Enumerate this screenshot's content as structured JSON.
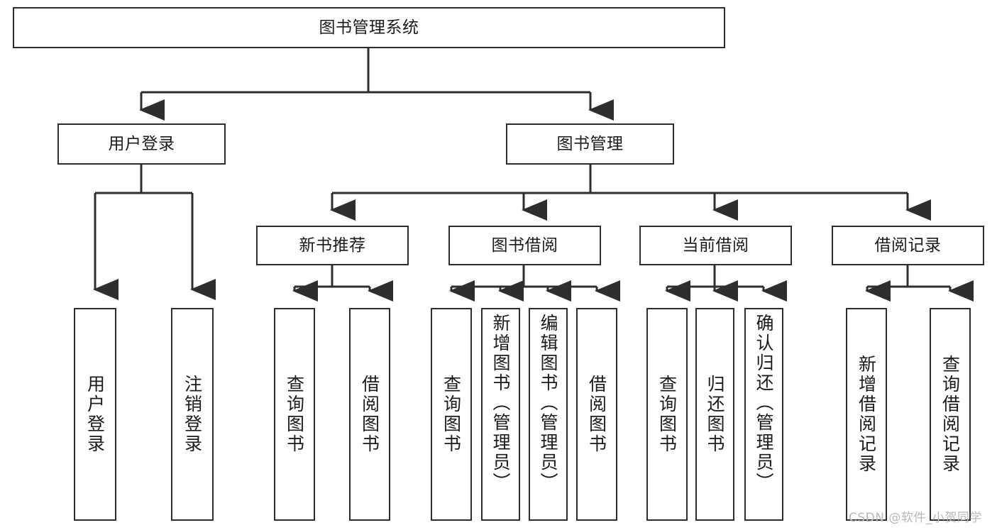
{
  "diagram": {
    "title": "图书管理系统",
    "type": "tree",
    "watermark": "CSDN @软件_小贺同学",
    "colors": {
      "border": "#2e2e2e",
      "fill": "#ffffff",
      "text": "#1b1b1b",
      "edge": "#2e2e2e",
      "watermark": "#b8b8b8"
    },
    "nodes": {
      "root": {
        "label": "图书管理系统"
      },
      "level2": [
        {
          "id": "user-login",
          "label": "用户登录"
        },
        {
          "id": "book-manage",
          "label": "图书管理"
        }
      ],
      "level3": [
        {
          "id": "new-book-recommend",
          "label": "新书推荐"
        },
        {
          "id": "book-borrow",
          "label": "图书借阅"
        },
        {
          "id": "current-borrow",
          "label": "当前借阅"
        },
        {
          "id": "borrow-record",
          "label": "借阅记录"
        }
      ],
      "leaves": {
        "user_login": [
          {
            "id": "leaf-user-login",
            "label": "用户登录"
          },
          {
            "id": "leaf-logout-login",
            "label": "注销登录"
          }
        ],
        "new_book_recommend": [
          {
            "id": "leaf-query-book-1",
            "label": "查询图书"
          },
          {
            "id": "leaf-borrow-book-1",
            "label": "借阅图书"
          }
        ],
        "book_borrow": [
          {
            "id": "leaf-query-book-2",
            "label": "查询图书"
          },
          {
            "id": "leaf-add-book",
            "label": "新增图书（管理员）"
          },
          {
            "id": "leaf-edit-book",
            "label": "编辑图书（管理员）"
          },
          {
            "id": "leaf-borrow-book-2",
            "label": "借阅图书"
          }
        ],
        "current_borrow": [
          {
            "id": "leaf-query-book-3",
            "label": "查询图书"
          },
          {
            "id": "leaf-return-book",
            "label": "归还图书"
          },
          {
            "id": "leaf-confirm-return",
            "label": "确认归还（管理员）"
          }
        ],
        "borrow_record": [
          {
            "id": "leaf-add-record",
            "label": "新增借阅记录"
          },
          {
            "id": "leaf-query-record",
            "label": "查询借阅记录"
          }
        ]
      }
    }
  }
}
